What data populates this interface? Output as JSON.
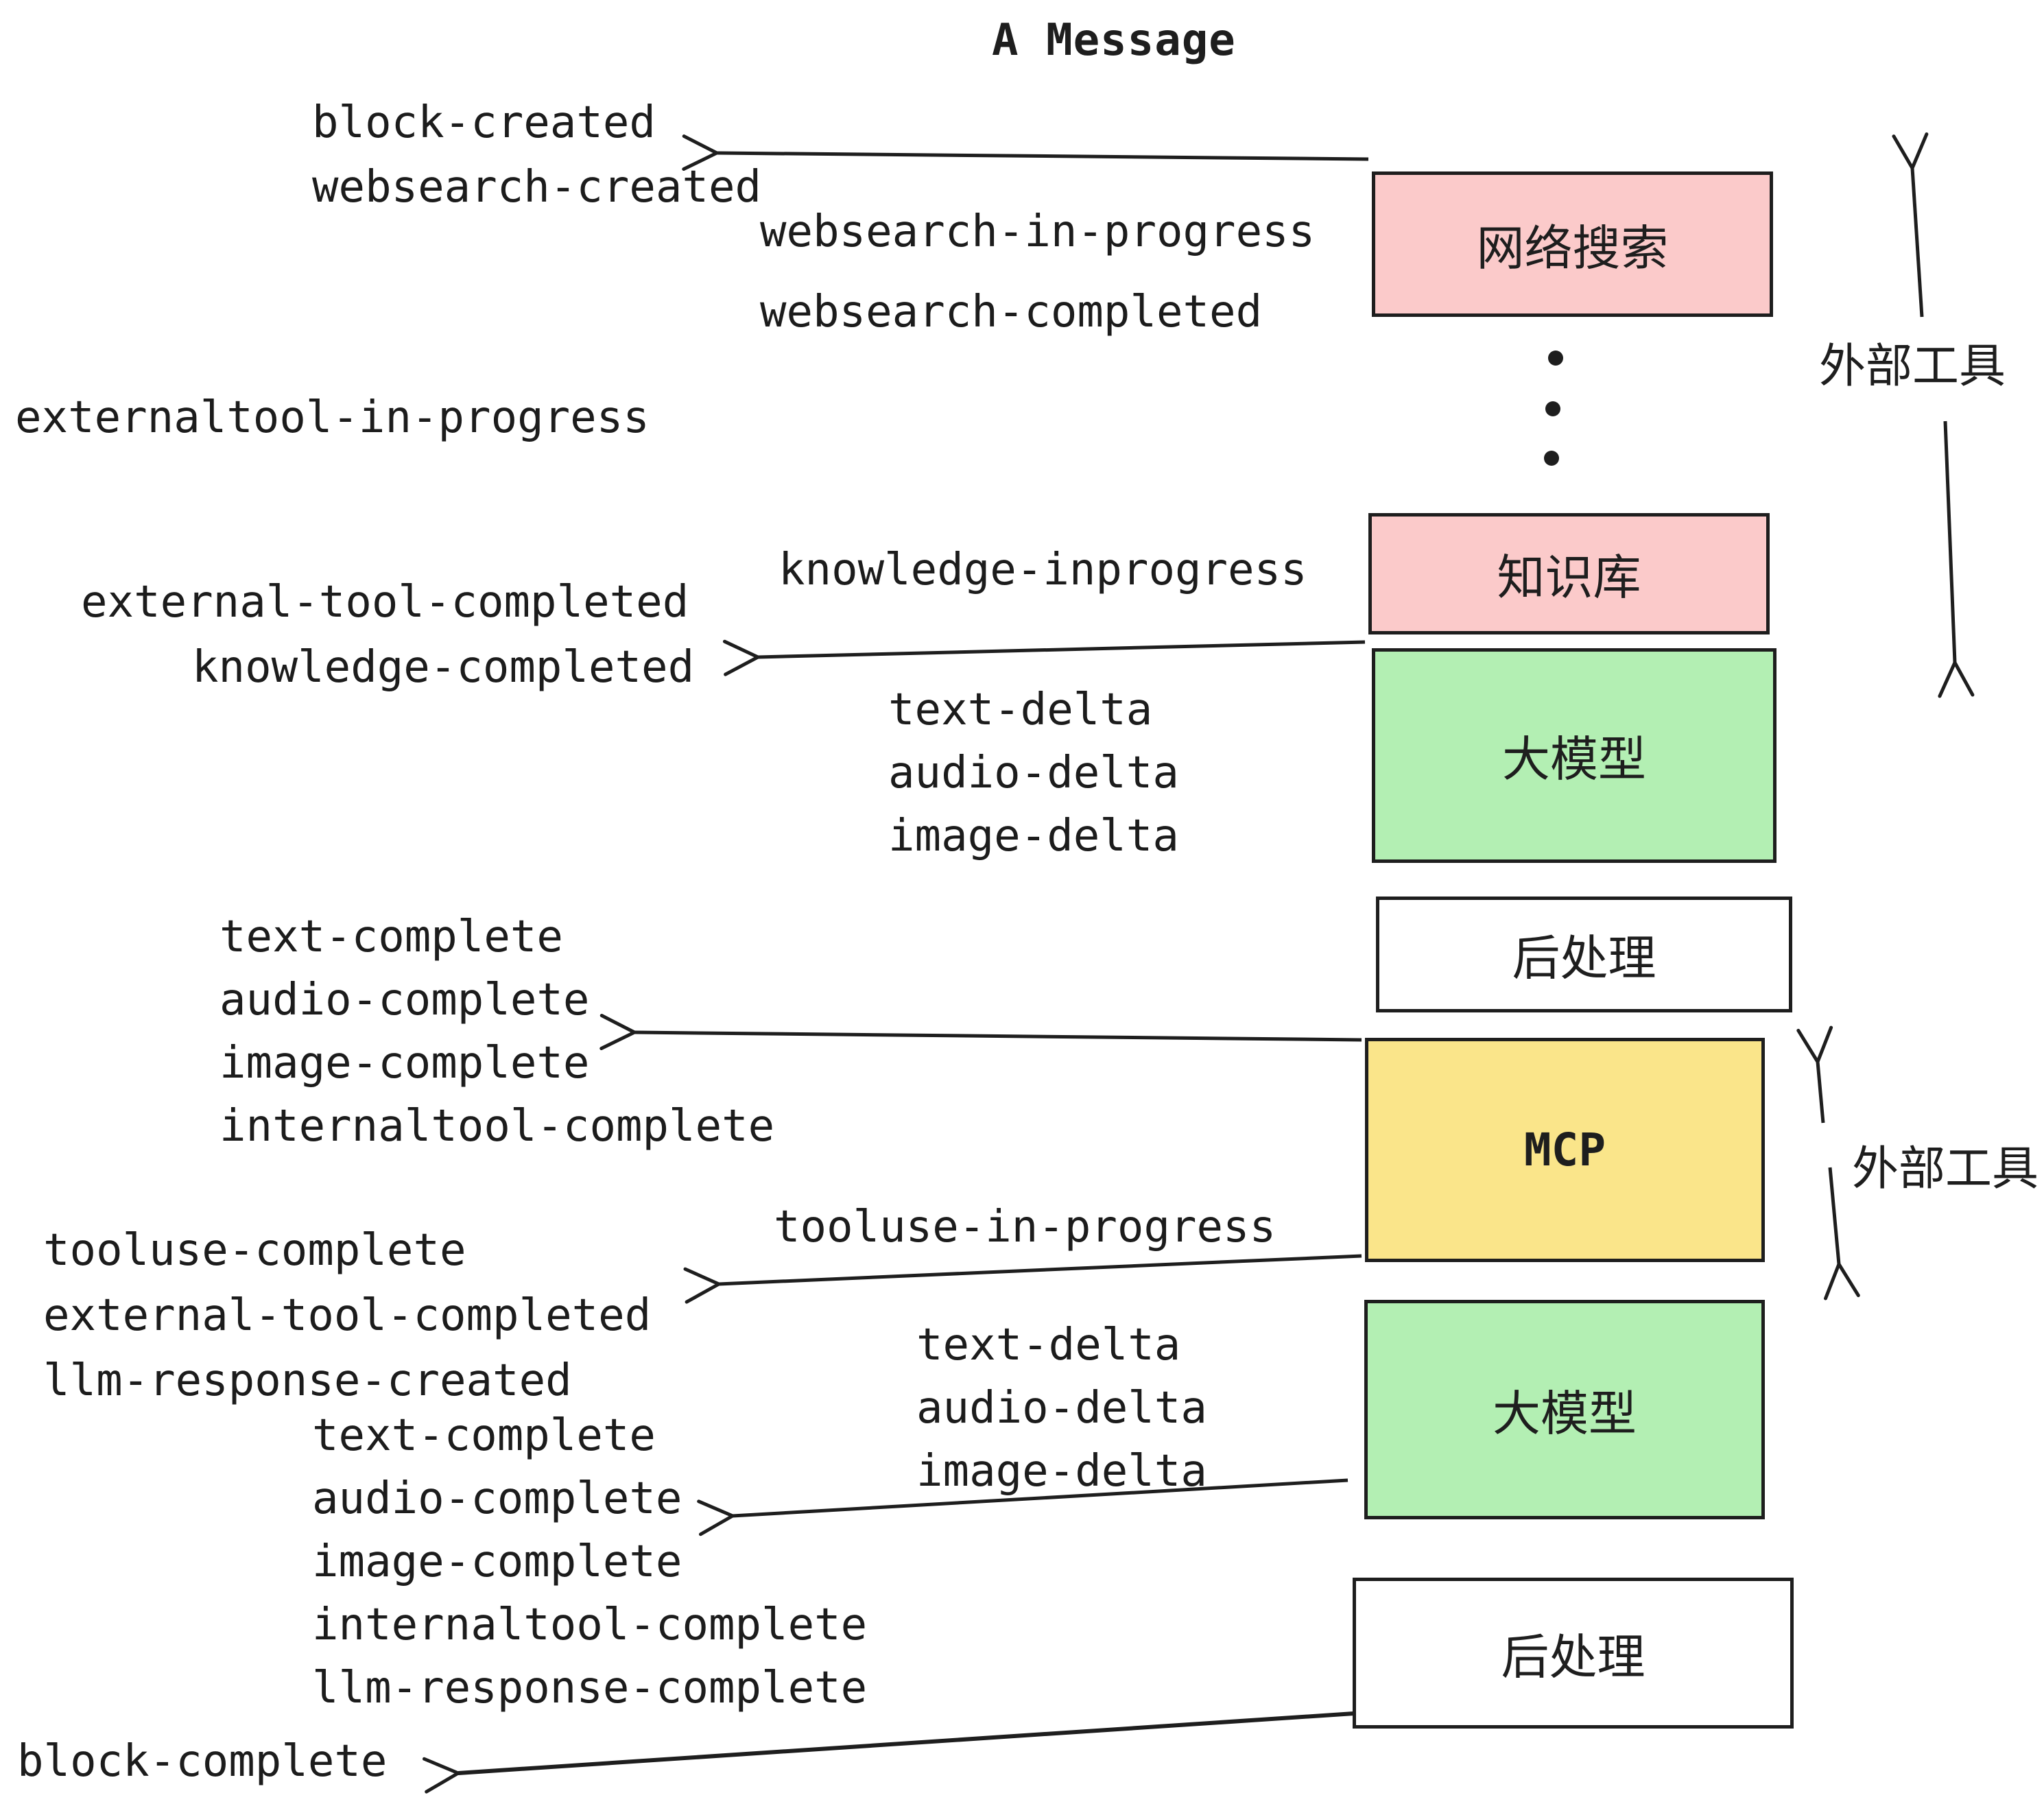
{
  "title": "A Message",
  "colors": {
    "ink": "#1e1e1e",
    "pink": "#fbcaca",
    "green": "#b3efb3",
    "yellow": "#fae58a",
    "white": "#ffffff",
    "background": "#ffffff"
  },
  "boxes": {
    "websearch": "网络搜索",
    "knowledge": "知识库",
    "llm_1": "大模型",
    "postprocess_1": "后处理",
    "mcp": "MCP",
    "llm_2": "大模型",
    "postprocess_2": "后处理"
  },
  "side_labels": {
    "external_tools_top": "外部工具",
    "external_tools_bottom": "外部工具"
  },
  "events": {
    "block_created": "block-created",
    "websearch_created": "websearch-created",
    "websearch_in_progress": "websearch-in-progress",
    "websearch_completed": "websearch-completed",
    "externaltool_in_progress": "externaltool-in-progress",
    "knowledge_inprogress": "knowledge-inprogress",
    "external_tool_completed_1": "external-tool-completed",
    "knowledge_completed": "knowledge-completed",
    "text_delta_1": "text-delta",
    "audio_delta_1": "audio-delta",
    "image_delta_1": "image-delta",
    "text_complete_1": "text-complete",
    "audio_complete_1": "audio-complete",
    "image_complete_1": "image-complete",
    "internaltool_complete_1": "internaltool-complete",
    "tooluse_in_progress": "tooluse-in-progress",
    "tooluse_complete": "tooluse-complete",
    "external_tool_completed_2": "external-tool-completed",
    "llm_response_created": "llm-response-created",
    "text_delta_2": "text-delta",
    "audio_delta_2": "audio-delta",
    "image_delta_2": "image-delta",
    "text_complete_2": "text-complete",
    "audio_complete_2": "audio-complete",
    "image_complete_2": "image-complete",
    "internaltool_complete_2": "internaltool-complete",
    "llm_response_complete": "llm-response-complete",
    "block_complete": "block-complete"
  }
}
